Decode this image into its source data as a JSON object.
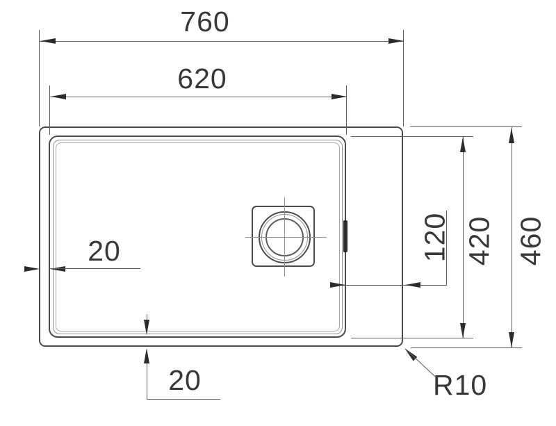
{
  "drawing": {
    "labels": {
      "overall_width": "760",
      "inner_width": "620",
      "overall_depth": "460",
      "inner_depth": "420",
      "right_offset": "120",
      "left_offset": "20",
      "bottom_offset": "20",
      "corner_radius": "R10"
    },
    "colors": {
      "bg": "#ffffff",
      "line": "#4a4a4a",
      "dim": "#5c5c5c",
      "arrow": "#2b2b2b",
      "text": "#383838",
      "light1": "#919191",
      "light2": "#a6a6a6"
    }
  }
}
